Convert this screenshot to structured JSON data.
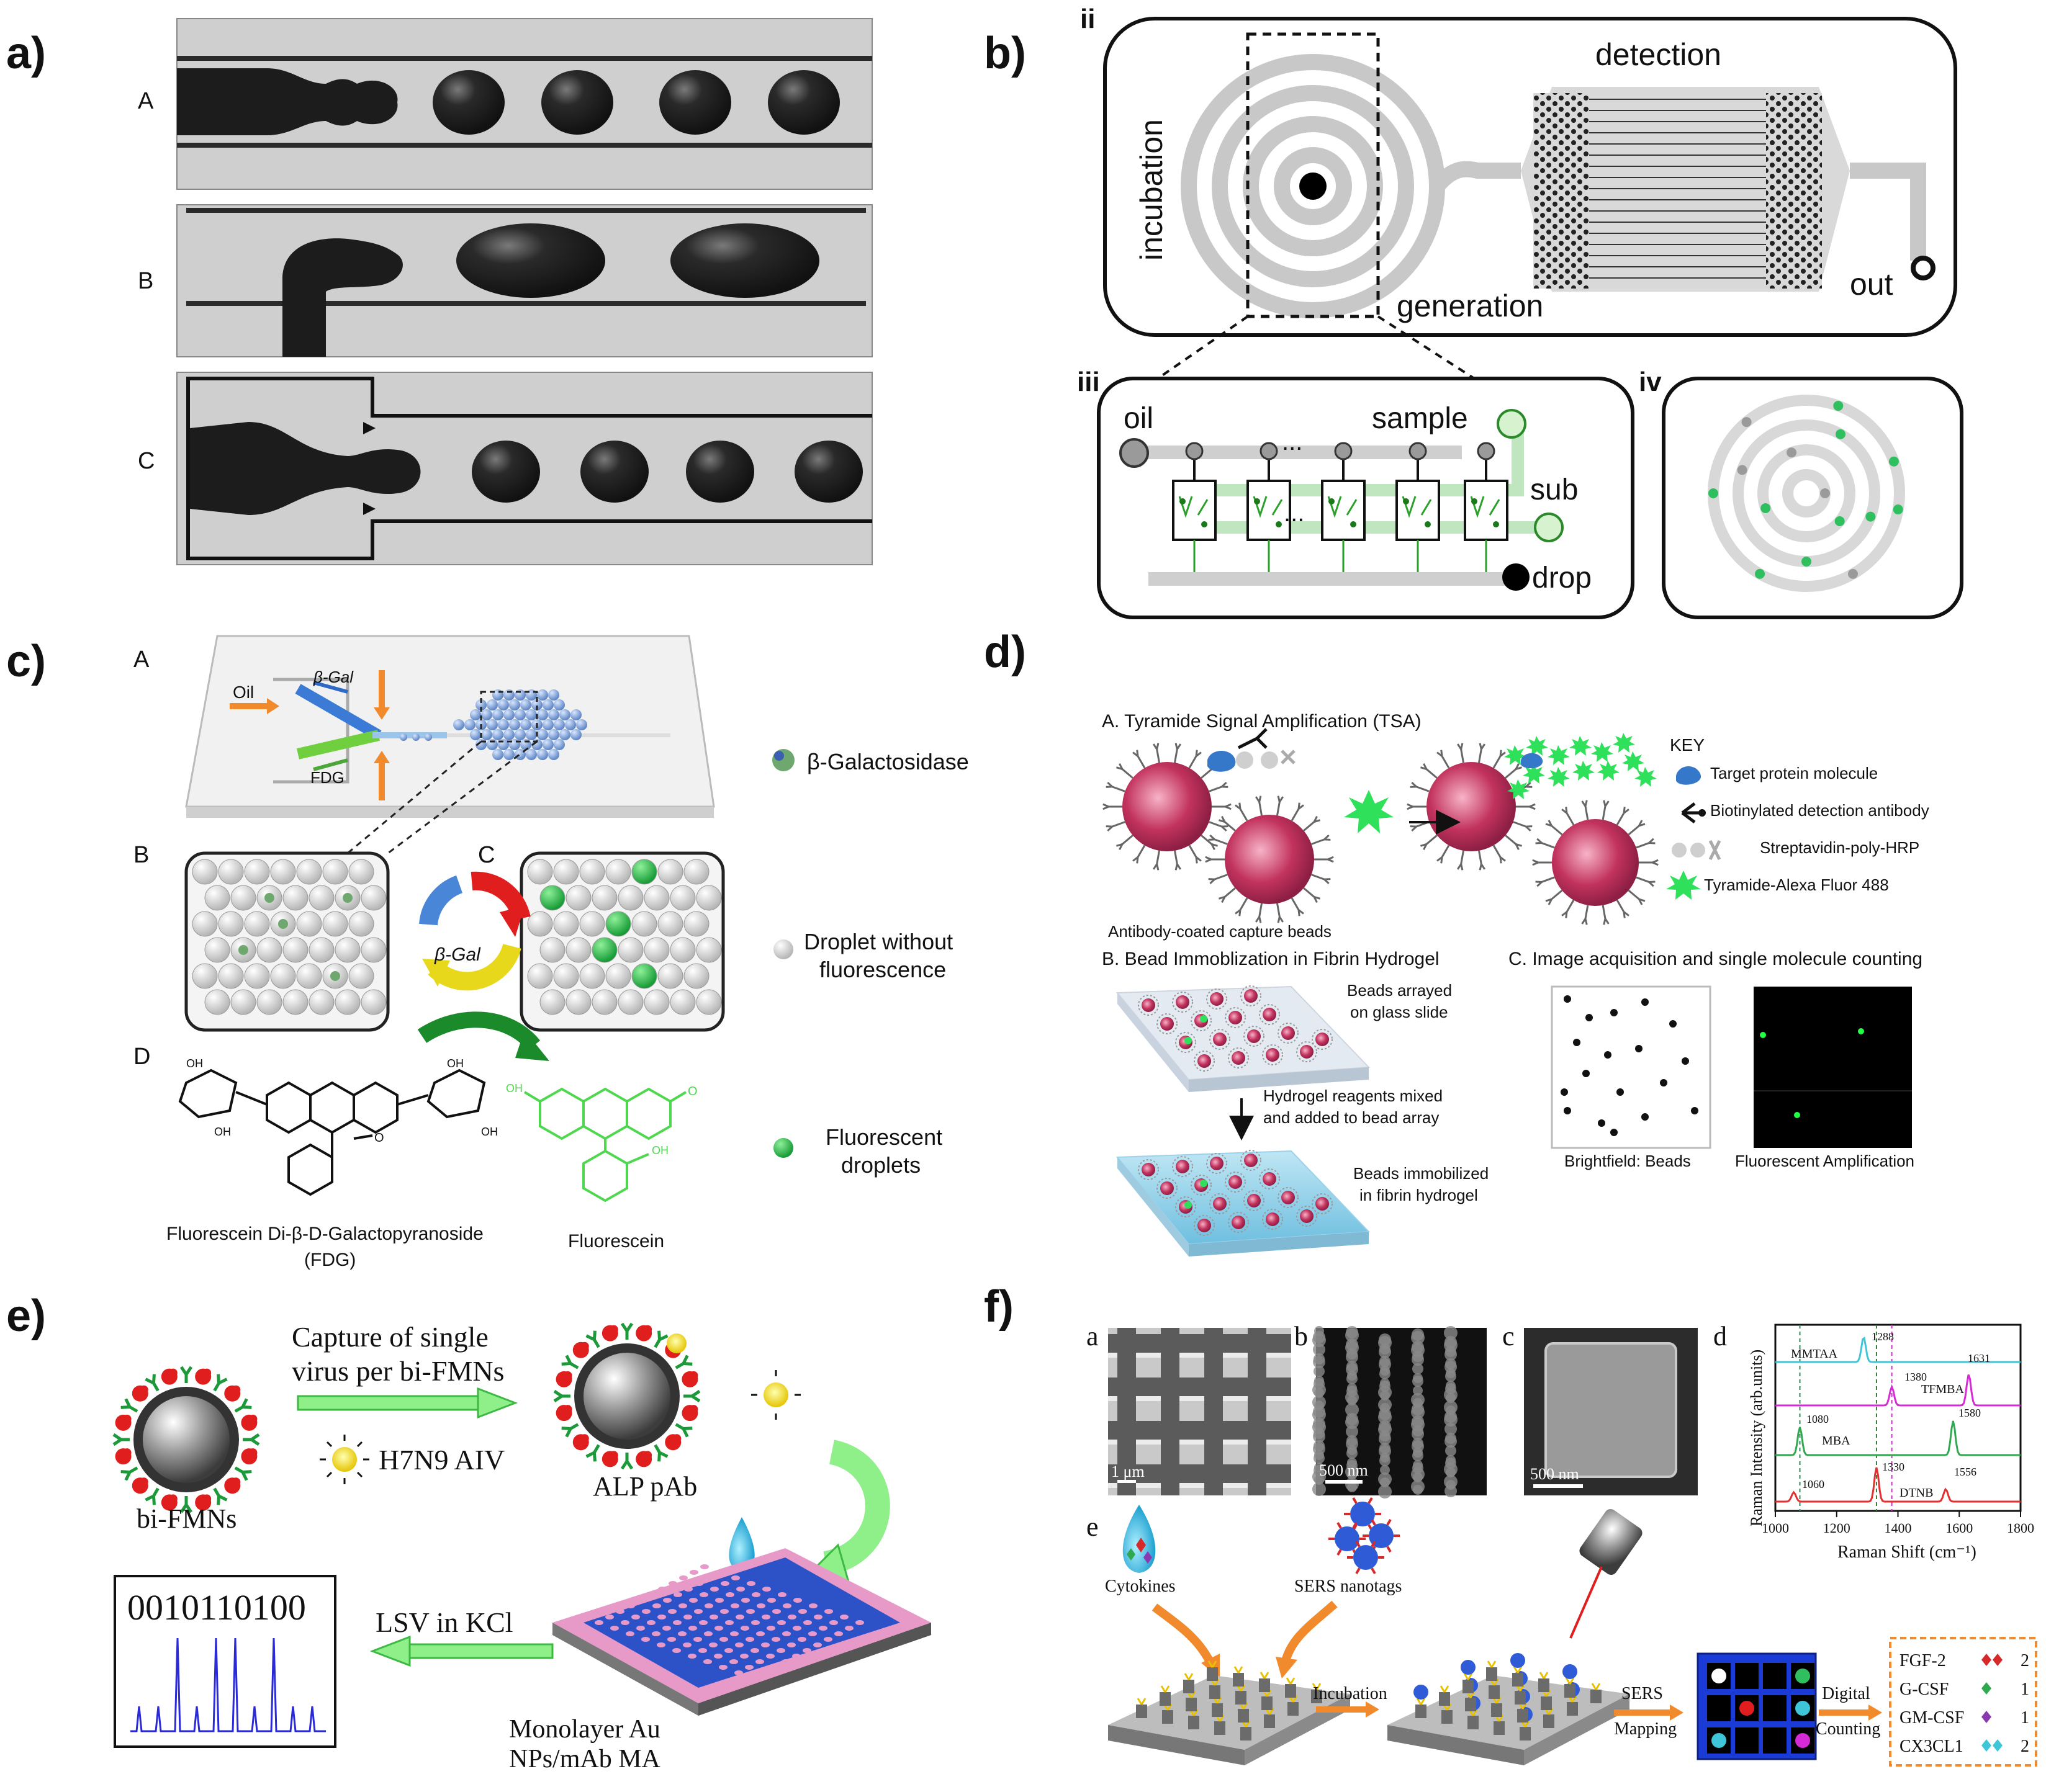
{
  "panel_a": {
    "label": "a)",
    "rows": [
      "A",
      "B",
      "C"
    ]
  },
  "panel_b": {
    "label": "b)",
    "sub_ii": "ii",
    "sub_iii": "iii",
    "sub_iv": "iv",
    "detection": "detection",
    "incubation": "incubation",
    "generation": "generation",
    "out": "out",
    "oil": "oil",
    "sample": "sample",
    "sub": "sub",
    "drop": "drop",
    "dots": "..."
  },
  "panel_c": {
    "label": "c)",
    "letters": [
      "A",
      "B",
      "C",
      "D"
    ],
    "oil": "Oil",
    "bgal_chip": "β-Gal",
    "fdg_chip": "FDG",
    "bgal_cycle": "β-Gal",
    "legend_enzyme": "β-Galactosidase",
    "legend_no_fluor_1": "Droplet without",
    "legend_no_fluor_2": "fluorescence",
    "legend_fluor_1": "Fluorescent",
    "legend_fluor_2": "droplets",
    "fdg_name_1": "Fluorescein Di-β-D-Galactopyranoside",
    "fdg_name_2": "(FDG)",
    "fluorescein_name": "Fluorescein",
    "oh": "OH",
    "o": "O"
  },
  "panel_d": {
    "label": "d)",
    "tsa_title": "A. Tyramide Signal Amplification (TSA)",
    "beads_caption": "Antibody-coated capture beads",
    "key_title": "KEY",
    "key_items": [
      "Target protein molecule",
      "Biotinylated detection antibody",
      "Streptavidin-poly-HRP",
      "Tyramide-Alexa Fluor 488"
    ],
    "immob_title": "B. Bead Immoblization in Fibrin Hydrogel",
    "arrayed_1": "Beads arrayed",
    "arrayed_2": "on glass slide",
    "reagents_1": "Hydrogel reagents mixed",
    "reagents_2": "and added to bead array",
    "immob_1": "Beads immobilized",
    "immob_2": "in fibrin hydrogel",
    "acq_title": "C. Image acquisition and single molecule counting",
    "brightfield": "Brightfield: Beads",
    "fluor_amp": "Fluorescent Amplification"
  },
  "panel_e": {
    "label": "e)",
    "capture_1": "Capture   of   single",
    "capture_2": "virus per bi-FMNs",
    "virus": "H7N9 AIV",
    "bifmns": "bi-FMNs",
    "alp": "ALP pAb",
    "lsv": "LSV in KCl",
    "binary": "0010110100",
    "mono_1": "Monolayer Au",
    "mono_2": "NPs/mAb MA"
  },
  "panel_f": {
    "label": "f)",
    "sub_a": "a",
    "sub_b": "b",
    "sub_c": "c",
    "sub_d": "d",
    "sub_e": "e",
    "scale_a": "1 μm",
    "scale_b": "500 nm",
    "scale_c": "500 nm",
    "ylabel": "Raman Intensity (arb.units)",
    "xlabel": "Raman Shift (cm⁻¹)",
    "xticks": [
      "1000",
      "1200",
      "1400",
      "1600",
      "1800"
    ],
    "spectra_labels": [
      "MMTAA",
      "TFMBA",
      "MBA",
      "DTNB"
    ],
    "peaks": [
      "1288",
      "1380",
      "1631",
      "1080",
      "1580",
      "1330",
      "1060",
      "1556"
    ],
    "cytokines": "Cytokines",
    "nanotags": "SERS nanotags",
    "incubation": "Incubation",
    "sers_1": "SERS",
    "sers_2": "Mapping",
    "digital_1": "Digital",
    "digital_2": "Counting",
    "results": [
      {
        "name": "FGF-2",
        "count": "2"
      },
      {
        "name": "G-CSF",
        "count": "1"
      },
      {
        "name": "GM-CSF",
        "count": "1"
      },
      {
        "name": "CX3CL1",
        "count": "2"
      }
    ]
  },
  "colors": {
    "droplet_green": "#22aa44",
    "bead_pink": "#c2335e",
    "arrow_orange": "#f08a2c",
    "chip_blue": "#2d52c8",
    "chip_pink": "#e79ac8",
    "arrow_green": "#7fe07a",
    "mapping_blue": "#1a3bd6"
  }
}
